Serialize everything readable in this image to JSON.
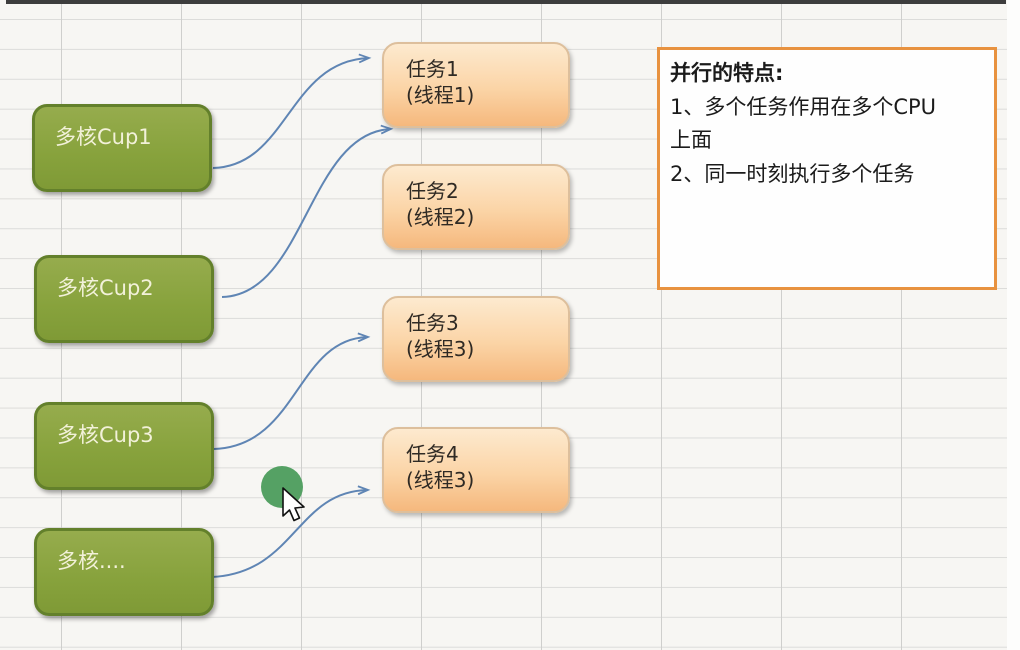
{
  "cpu_boxes": [
    {
      "label": "多核Cup1"
    },
    {
      "label": "多核Cup2"
    },
    {
      "label": "多核Cup3"
    },
    {
      "label": "多核...."
    }
  ],
  "task_boxes": [
    {
      "title": "任务1",
      "subtitle": "(线程1)"
    },
    {
      "title": "任务2",
      "subtitle": "(线程2)"
    },
    {
      "title": "任务3",
      "subtitle": "(线程3)"
    },
    {
      "title": "任务4",
      "subtitle": "(线程3)"
    }
  ],
  "note_panel": {
    "heading": "并行的特点:",
    "lines": [
      "1、多个任务作用在多个CPU",
      "上面",
      "2、同一时刻执行多个任务"
    ]
  },
  "colors": {
    "cpu_fill": "#87a23c",
    "cpu_border": "#63802b",
    "task_fill_top": "#fdeacf",
    "task_fill_bottom": "#f5b87d",
    "task_border": "#ddbf9c",
    "panel_border": "#e8923f",
    "arrow": "#5f85b4",
    "highlight_circle": "#55a164",
    "top_bar": "#3d3d3d"
  }
}
